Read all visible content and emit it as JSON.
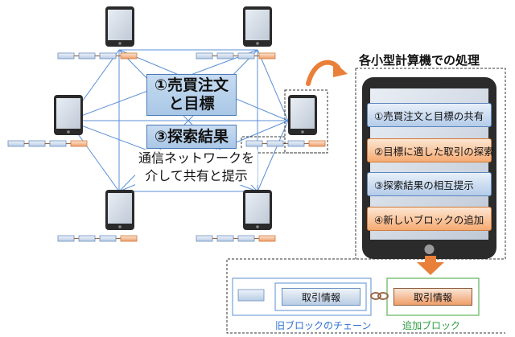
{
  "network": {
    "box1": [
      "①売買注文",
      "と目標"
    ],
    "box2": "③探索結果",
    "label": [
      "通信ネットワークを",
      "介して共有と提示"
    ]
  },
  "process": {
    "title": "各小型計算機での処理",
    "steps": [
      {
        "label": "①売買注文と目標の共有",
        "style": "blue"
      },
      {
        "label": "②目標に適した取引の探索",
        "style": "orange"
      },
      {
        "label": "③探索結果の相互提示",
        "style": "blue"
      },
      {
        "label": "④新しいブロックの追加",
        "style": "orange"
      }
    ]
  },
  "chain": {
    "old_info": "取引情報",
    "new_info": "取引情報",
    "old_caption": "旧ブロックのチェーン",
    "new_caption": "追加ブロック"
  },
  "colors": {
    "blue_line": "#5b8fd6",
    "orange_accent": "#e9803a",
    "green_border": "#5fb55b",
    "green_text": "#2c9c3e",
    "blue_text": "#2c6fd1"
  }
}
